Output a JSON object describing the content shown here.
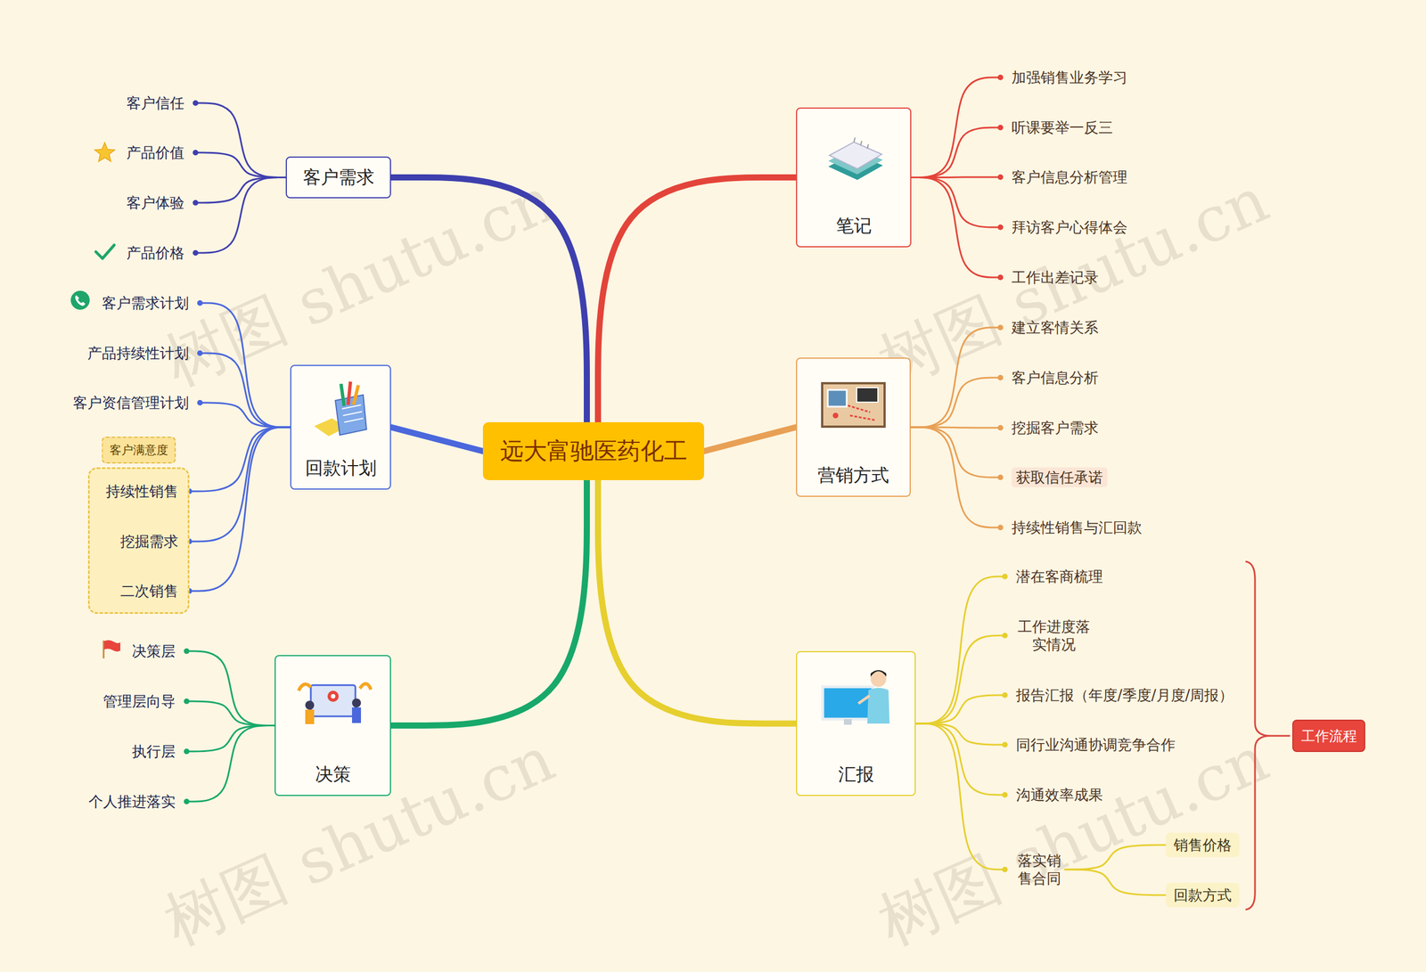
{
  "diagram": {
    "nodes": [
      {
        "text": [
          "远大富驰医药化工"
        ]
      },
      {
        "text": [
          "客户需求"
        ]
      },
      {
        "text": [
          "客户信任"
        ]
      },
      {
        "text": [
          "产品价值"
        ]
      },
      {
        "text": [
          "客户体验"
        ]
      },
      {
        "text": [
          "产品价格"
        ]
      },
      {
        "text": [
          "回款计划"
        ]
      },
      {
        "text": [
          "客户需求计划"
        ]
      },
      {
        "text": [
          "产品持续性计划"
        ]
      },
      {
        "text": [
          "客户资信管理计划"
        ]
      },
      {
        "text": [
          "客户满意度"
        ]
      },
      {
        "text": [
          "持续性销售"
        ],
        "in": 10
      },
      {
        "text": [
          "挖掘需求"
        ],
        "in": 10
      },
      {
        "text": [
          "二次销售"
        ],
        "in": 10
      },
      {
        "text": [
          "决策"
        ]
      },
      {
        "text": [
          "决策层"
        ]
      },
      {
        "text": [
          "管理层向导"
        ]
      },
      {
        "text": [
          "执行层"
        ]
      },
      {
        "text": [
          "个人推进落实"
        ]
      },
      {
        "text": [
          "笔记"
        ]
      },
      {
        "text": [
          "加强销售业务学习"
        ]
      },
      {
        "text": [
          "听课要举一反三"
        ]
      },
      {
        "text": [
          "客户信息分析管理"
        ]
      },
      {
        "text": [
          "拜访客户心得体会"
        ]
      },
      {
        "text": [
          "工作出差记录"
        ]
      },
      {
        "text": [
          "营销方式"
        ]
      },
      {
        "text": [
          "建立客情关系"
        ]
      },
      {
        "text": [
          "客户信息分析"
        ]
      },
      {
        "text": [
          "挖掘客户需求"
        ]
      },
      {
        "text": [
          "获取信任承诺"
        ]
      },
      {
        "text": [
          "持续性销售与汇回款"
        ]
      },
      {
        "text": [
          "汇报"
        ]
      },
      {
        "text": [
          "潜在客商梳理"
        ]
      },
      {
        "text": [
          "工作进度落 实情况"
        ]
      },
      {
        "text": [
          "报告汇报（年度/季度/月度/周报）"
        ]
      },
      {
        "text": [
          "同行业沟通协调竞争合作"
        ]
      },
      {
        "text": [
          "沟通效率成果"
        ]
      },
      {
        "text": [
          "落实销 售合同"
        ]
      },
      {
        "text": [
          "销售价格"
        ]
      },
      {
        "text": [
          "回款方式"
        ]
      },
      {
        "text": [
          "工作流程"
        ]
      }
    ],
    "edges": [
      {
        "from": 0,
        "to": 1,
        "arrow": "none"
      },
      {
        "from": 0,
        "to": 6,
        "arrow": "none"
      },
      {
        "from": 0,
        "to": 14,
        "arrow": "none"
      },
      {
        "from": 0,
        "to": 19,
        "arrow": "none"
      },
      {
        "from": 0,
        "to": 25,
        "arrow": "none"
      },
      {
        "from": 0,
        "to": 31,
        "arrow": "none"
      },
      {
        "from": 1,
        "to": 2,
        "arrow": "none"
      },
      {
        "from": 1,
        "to": 3,
        "arrow": "none"
      },
      {
        "from": 1,
        "to": 4,
        "arrow": "none"
      },
      {
        "from": 1,
        "to": 5,
        "arrow": "none"
      },
      {
        "from": 6,
        "to": 7,
        "arrow": "none"
      },
      {
        "from": 6,
        "to": 8,
        "arrow": "none"
      },
      {
        "from": 6,
        "to": 9,
        "arrow": "none"
      },
      {
        "from": 6,
        "to": 11,
        "arrow": "none"
      },
      {
        "from": 6,
        "to": 12,
        "arrow": "none"
      },
      {
        "from": 6,
        "to": 13,
        "arrow": "none"
      },
      {
        "from": 14,
        "to": 15,
        "arrow": "none"
      },
      {
        "from": 14,
        "to": 16,
        "arrow": "none"
      },
      {
        "from": 14,
        "to": 17,
        "arrow": "none"
      },
      {
        "from": 14,
        "to": 18,
        "arrow": "none"
      },
      {
        "from": 19,
        "to": 20,
        "arrow": "none"
      },
      {
        "from": 19,
        "to": 21,
        "arrow": "none"
      },
      {
        "from": 19,
        "to": 22,
        "arrow": "none"
      },
      {
        "from": 19,
        "to": 23,
        "arrow": "none"
      },
      {
        "from": 19,
        "to": 24,
        "arrow": "none"
      },
      {
        "from": 25,
        "to": 26,
        "arrow": "none"
      },
      {
        "from": 25,
        "to": 27,
        "arrow": "none"
      },
      {
        "from": 25,
        "to": 28,
        "arrow": "none"
      },
      {
        "from": 25,
        "to": 29,
        "arrow": "none"
      },
      {
        "from": 25,
        "to": 30,
        "arrow": "none"
      },
      {
        "from": 31,
        "to": 32,
        "arrow": "none"
      },
      {
        "from": 31,
        "to": 33,
        "arrow": "none"
      },
      {
        "from": 31,
        "to": 34,
        "arrow": "none"
      },
      {
        "from": 31,
        "to": 35,
        "arrow": "none"
      },
      {
        "from": 31,
        "to": 36,
        "arrow": "none"
      },
      {
        "from": 31,
        "to": 37,
        "arrow": "none"
      },
      {
        "from": 37,
        "to": 38,
        "arrow": "none"
      },
      {
        "from": 37,
        "to": 39,
        "arrow": "none"
      }
    ],
    "labels": [
      "树图 shutu.cn",
      "树图 shutu.cn",
      "树图 shutu.cn",
      "树图 shutu.cn"
    ]
  }
}
